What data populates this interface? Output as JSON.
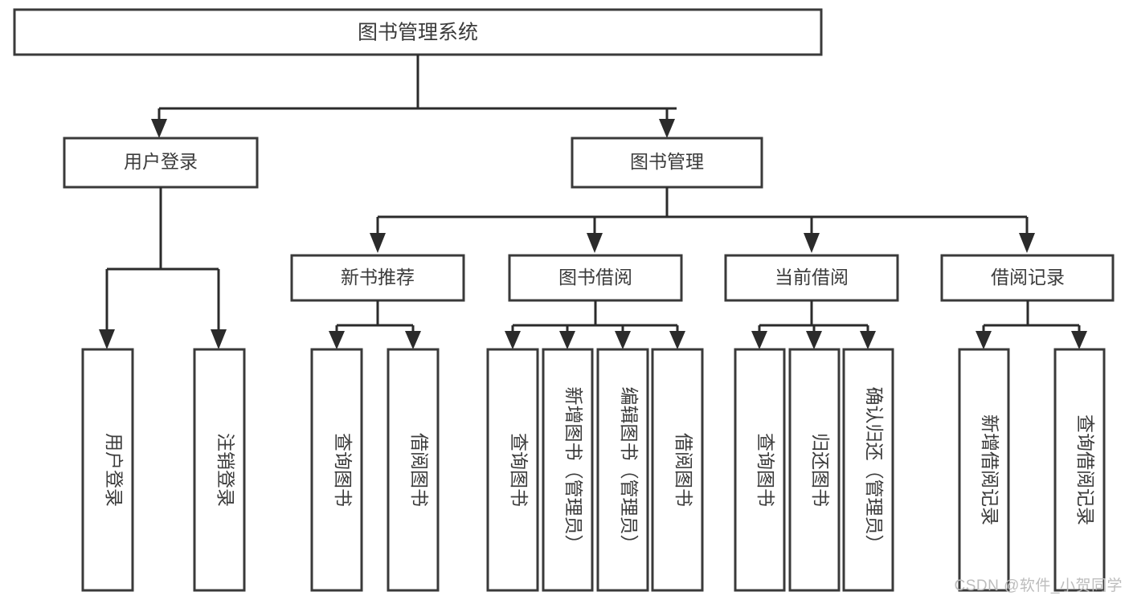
{
  "diagram": {
    "type": "tree-hierarchy-chart",
    "title": "图书管理系统",
    "watermark": "CSDN @软件_小贺同学",
    "colors": {
      "background": "#ffffff",
      "box_stroke": "#3a3a3a",
      "box_fill": "#ffffff",
      "connector": "#2b2b2b",
      "text": "#3b3b3b",
      "watermark": "#bdbdbd"
    },
    "levels": {
      "level1": [
        {
          "id": "root",
          "label": "图书管理系统"
        }
      ],
      "level2": [
        {
          "id": "user-login",
          "label": "用户登录",
          "parent": "root"
        },
        {
          "id": "book-manage",
          "label": "图书管理",
          "parent": "root"
        }
      ],
      "level3": [
        {
          "id": "new-book-rec",
          "label": "新书推荐",
          "parent": "book-manage"
        },
        {
          "id": "book-borrow",
          "label": "图书借阅",
          "parent": "book-manage"
        },
        {
          "id": "current-borrow",
          "label": "当前借阅",
          "parent": "book-manage"
        },
        {
          "id": "borrow-record",
          "label": "借阅记录",
          "parent": "book-manage"
        }
      ],
      "leaves": [
        {
          "id": "leaf-1",
          "label": "用户登录",
          "parent": "user-login"
        },
        {
          "id": "leaf-2",
          "label": "注销登录",
          "parent": "user-login"
        },
        {
          "id": "leaf-3",
          "label": "查询图书",
          "parent": "new-book-rec"
        },
        {
          "id": "leaf-4",
          "label": "借阅图书",
          "parent": "new-book-rec"
        },
        {
          "id": "leaf-5",
          "label": "查询图书",
          "parent": "book-borrow"
        },
        {
          "id": "leaf-6",
          "label": "新增图书（管理员）",
          "parent": "book-borrow"
        },
        {
          "id": "leaf-7",
          "label": "编辑图书（管理员）",
          "parent": "book-borrow"
        },
        {
          "id": "leaf-8",
          "label": "借阅图书",
          "parent": "book-borrow"
        },
        {
          "id": "leaf-9",
          "label": "查询图书",
          "parent": "current-borrow"
        },
        {
          "id": "leaf-10",
          "label": "归还图书",
          "parent": "current-borrow"
        },
        {
          "id": "leaf-11",
          "label": "确认归还（管理员）",
          "parent": "current-borrow"
        },
        {
          "id": "leaf-12",
          "label": "新增借阅记录",
          "parent": "borrow-record"
        },
        {
          "id": "leaf-13",
          "label": "查询借阅记录",
          "parent": "borrow-record"
        }
      ]
    }
  }
}
